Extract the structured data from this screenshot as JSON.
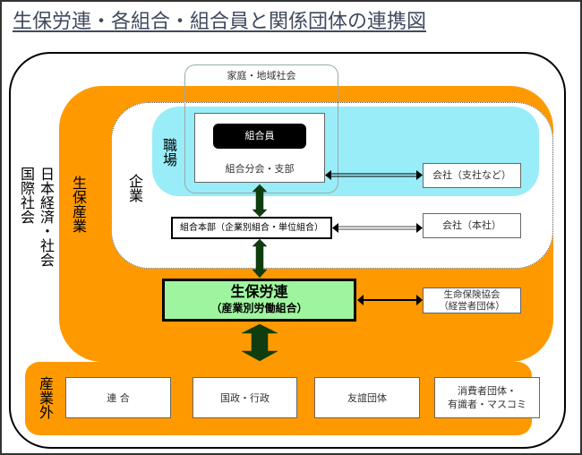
{
  "title": "生保労連・各組合・組合員と関係団体の連携図",
  "spheres": {
    "international": "国際社会",
    "japan": "日本経済・社会",
    "industry": "生保産業",
    "company": "企業",
    "workplace": "職場",
    "family": "家庭・地域社会",
    "outside_industry": "産業外"
  },
  "nodes": {
    "member": "組合員",
    "branch": "組合分会・支部",
    "company_branch": "会社（支社など）",
    "union_hq": "組合本部（企業別組合・単位組合）",
    "company_hq": "会社（本社）",
    "federation_name": "生保労連",
    "federation_sub": "（産業別労働組合）",
    "assoc_line1": "生命保険協会",
    "assoc_line2": "（経営者団体）"
  },
  "outside": [
    {
      "label": "連 合"
    },
    {
      "label": "国政・行政"
    },
    {
      "label": "友誼団体"
    },
    {
      "label_line1": "消費者団体・",
      "label_line2": "有識者・マスコミ"
    }
  ],
  "colors": {
    "industry_orange": "#ff9900",
    "workplace_cyan": "#98edf8",
    "federation_green": "#9ff59f",
    "arrow_dark_green": "#0f3d0f",
    "title_slate": "#3f4a5e"
  }
}
